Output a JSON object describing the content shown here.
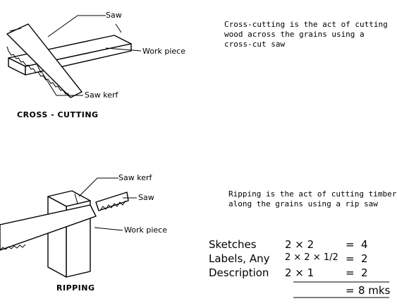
{
  "cross_cutting": {
    "label_saw": "Saw",
    "label_work_piece": "Work piece",
    "label_saw_kerf": "Saw kerf",
    "caption": "CROSS - CUTTING",
    "description_line1": "Cross-cutting is the act of cutting",
    "description_line2": "wood across the grains using a",
    "description_line3": "cross-cut saw"
  },
  "ripping": {
    "label_saw_kerf": "Saw kerf",
    "label_saw": "Saw",
    "label_work_piece": "Work piece",
    "caption": "RIPPING",
    "description_line1": "Ripping is the act of cutting timber",
    "description_line2": "along the grains using a rip saw"
  },
  "marking_scheme": {
    "rows": [
      {
        "item": "Sketches",
        "calc": "2 × 2",
        "eq": "=",
        "result": "4"
      },
      {
        "item": "Labels, Any",
        "calc": "2 × 2 × 1/2",
        "eq": "=",
        "result": "2"
      },
      {
        "item": "Description",
        "calc": "2 × 1",
        "eq": "=",
        "result": "2"
      }
    ],
    "total_eq": "=",
    "total": "8 mks"
  }
}
